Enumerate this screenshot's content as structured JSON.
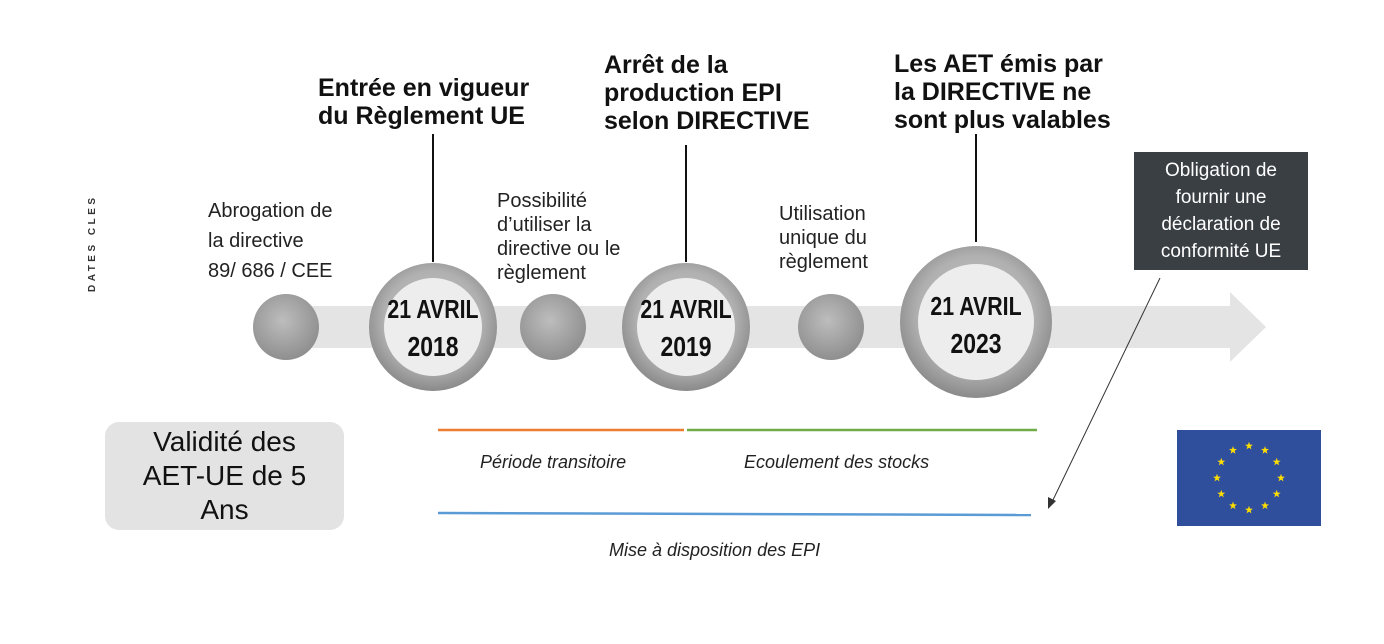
{
  "side_label": "DATES CLES",
  "milestones": [
    {
      "date_line1": "21 AVRIL",
      "date_line2": "2018",
      "heading": "Entrée en vigueur\ndu Règlement UE"
    },
    {
      "date_line1": "21 AVRIL",
      "date_line2": "2019",
      "heading": "Arrêt de la\nproduction EPI\nselon DIRECTIVE"
    },
    {
      "date_line1": "21 AVRIL",
      "date_line2": "2023",
      "heading": "Les AET émis par\nla DIRECTIVE ne\nsont plus valables"
    }
  ],
  "notes": {
    "abrogation": "Abrogation de\nla directive\n89/  686 / CEE",
    "possibility": "Possibilité\nd’utiliser la\ndirective ou le\nrèglement",
    "unique": "Utilisation\nunique du\nrèglement"
  },
  "obligation": "Obligation de\nfournir une\ndéclaration de\nconformité UE",
  "validity": "Validité des\nAET-UE de 5\nAns",
  "periods": {
    "transitional": "Période transitoire",
    "stock": "Ecoulement des stocks",
    "availability": "Mise à disposition des EPI"
  },
  "colors": {
    "transitional": "#ed7d31",
    "stock": "#70ad47",
    "availability": "#5b9bd5",
    "obligation_bg": "#3a3f44",
    "eu_blue": "#2f4f9c",
    "eu_star": "#ffdd00"
  }
}
